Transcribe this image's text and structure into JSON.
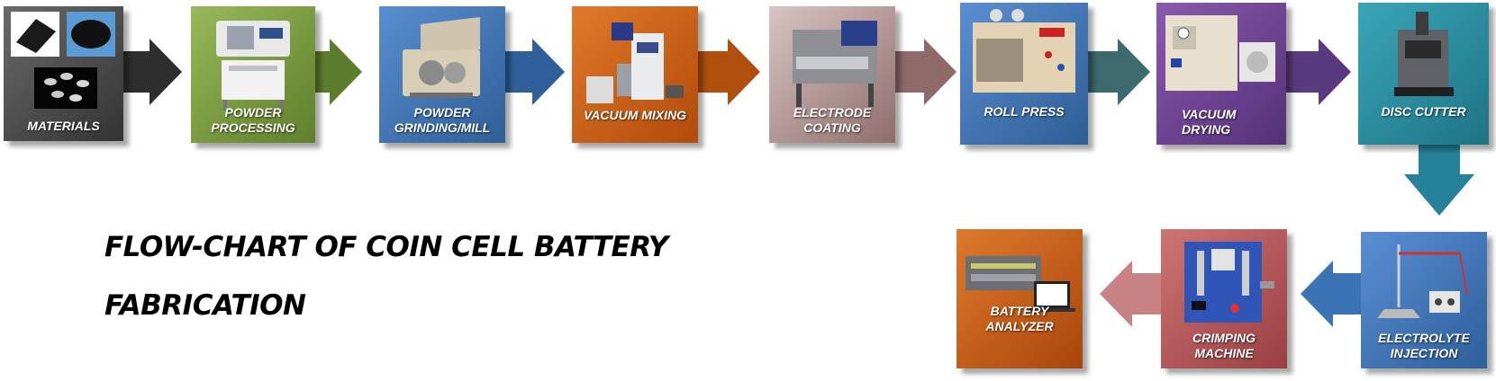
{
  "title": {
    "line1": "FLOW-CHART OF COIN CELL BATTERY",
    "line2": "FABRICATION"
  },
  "steps": [
    {
      "line1": "MATERIALS",
      "line2": "",
      "color": "#4a4a4a"
    },
    {
      "line1": "POWDER",
      "line2": "PROCESSING",
      "color": "#7a9a3c"
    },
    {
      "line1": "POWDER",
      "line2": "GRINDING/MILL",
      "color": "#3f72ae"
    },
    {
      "line1": "VACUUM MIXING",
      "line2": "",
      "color": "#c55a11"
    },
    {
      "line1": "ELECTRODE",
      "line2": "COATING",
      "color": "#a98581"
    },
    {
      "line1": "ROLL PRESS",
      "line2": "",
      "color": "#3a6fa8"
    },
    {
      "line1": "VACUUM",
      "line2": "DRYING",
      "color": "#6a3d8a"
    },
    {
      "line1": "DISC CUTTER",
      "line2": "",
      "color": "#2b8ea0"
    },
    {
      "line1": "ELECTROLYTE",
      "line2": "INJECTION",
      "color": "#2f6ab2"
    },
    {
      "line1": "CRIMPING",
      "line2": "MACHINE",
      "color": "#b05456"
    },
    {
      "line1": "BATTERY",
      "line2": "ANALYZER",
      "color": "#c55a11"
    }
  ]
}
